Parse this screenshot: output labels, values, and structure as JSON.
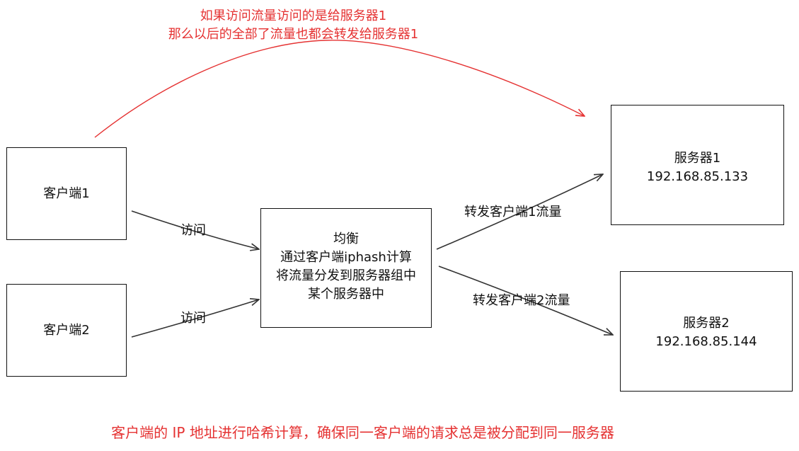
{
  "nodes": {
    "client1": {
      "label": "客户端1"
    },
    "client2": {
      "label": "客户端2"
    },
    "balancer": {
      "lines": [
        "均衡",
        "通过客户端iphash计算",
        "将流量分发到服务器组中",
        "某个服务器中"
      ]
    },
    "server1": {
      "name": "服务器1",
      "ip": "192.168.85.133"
    },
    "server2": {
      "name": "服务器2",
      "ip": "192.168.85.144"
    }
  },
  "edges": {
    "client1_visit": "访问",
    "client2_visit": "访问",
    "forward1": "转发客户端1流量",
    "forward2": "转发客户端2流量"
  },
  "notes": {
    "top": [
      "如果访问流量访问的是给服务器1",
      "那么以后的全部了流量也都会转发给服务器1"
    ],
    "bottom": "客户端的 IP 地址进行哈希计算，确保同一客户端的请求总是被分配到同一服务器"
  },
  "colors": {
    "annotation": "#e53232",
    "line": "#333333"
  }
}
